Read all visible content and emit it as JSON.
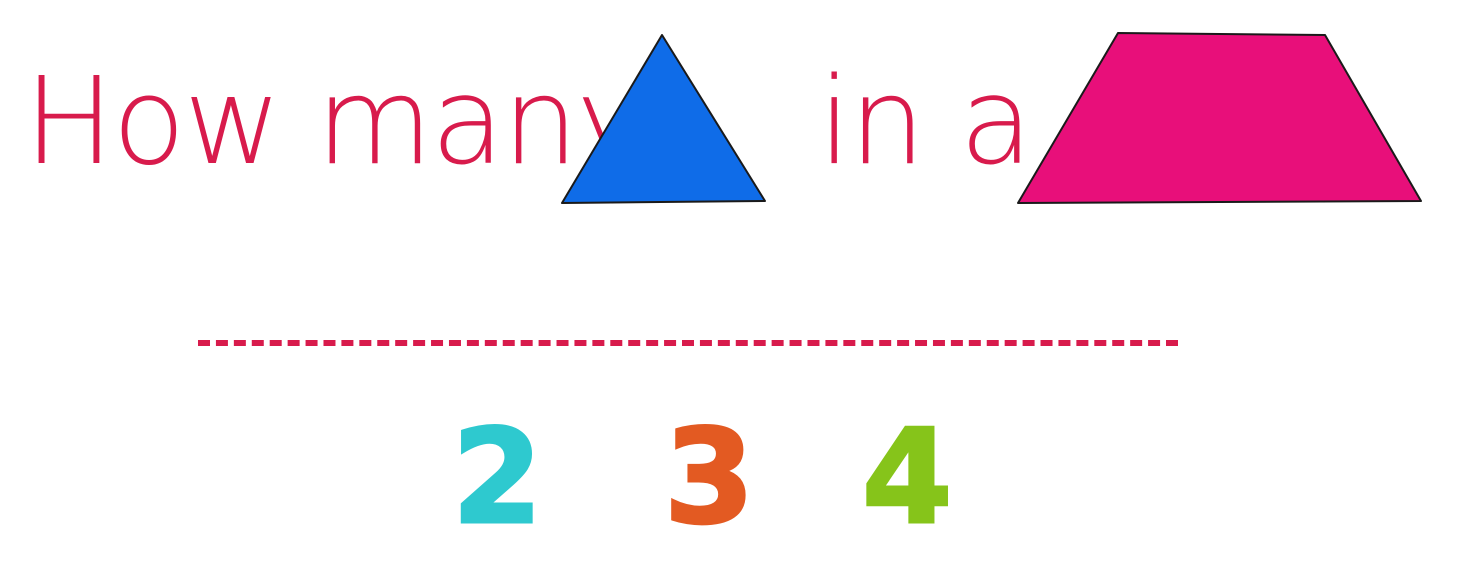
{
  "question": {
    "part1": "How many",
    "part2": "in a",
    "text_color": "#d81b4c",
    "shape1": {
      "name": "triangle",
      "fill": "#0f6ce8"
    },
    "shape2": {
      "name": "trapezoid",
      "fill": "#e80f7a"
    }
  },
  "answer_line": {
    "color": "#d81b4c"
  },
  "choices": [
    {
      "label": "2",
      "color": "#2ec9cf"
    },
    {
      "label": "3",
      "color": "#e35a22"
    },
    {
      "label": "4",
      "color": "#86c41a"
    }
  ]
}
